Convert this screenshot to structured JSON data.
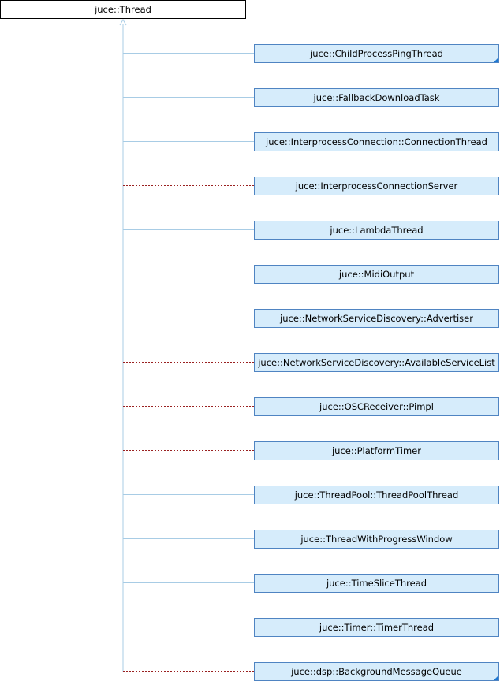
{
  "base_class": {
    "label": "juce::Thread"
  },
  "colors": {
    "base_fill": "#ffffff",
    "base_stroke": "#000000",
    "child_fill": "#d6ecfb",
    "child_stroke": "#4f84c2",
    "public_edge": "#a8cce5",
    "protected_edge": "#9a2121",
    "corner_marker": "#1e78d2"
  },
  "derived_classes": [
    {
      "label": "juce::ChildProcessPingThread",
      "inheritance": "public",
      "has_more": true
    },
    {
      "label": "juce::FallbackDownloadTask",
      "inheritance": "public",
      "has_more": false
    },
    {
      "label": "juce::InterprocessConnection::ConnectionThread",
      "inheritance": "public",
      "has_more": false
    },
    {
      "label": "juce::InterprocessConnectionServer",
      "inheritance": "private",
      "has_more": false
    },
    {
      "label": "juce::LambdaThread",
      "inheritance": "public",
      "has_more": false
    },
    {
      "label": "juce::MidiOutput",
      "inheritance": "private",
      "has_more": false
    },
    {
      "label": "juce::NetworkServiceDiscovery::Advertiser",
      "inheritance": "private",
      "has_more": false
    },
    {
      "label": "juce::NetworkServiceDiscovery::AvailableServiceList",
      "inheritance": "private",
      "has_more": false
    },
    {
      "label": "juce::OSCReceiver::Pimpl",
      "inheritance": "private",
      "has_more": false
    },
    {
      "label": "juce::PlatformTimer",
      "inheritance": "private",
      "has_more": false
    },
    {
      "label": "juce::ThreadPool::ThreadPoolThread",
      "inheritance": "public",
      "has_more": false
    },
    {
      "label": "juce::ThreadWithProgressWindow",
      "inheritance": "public",
      "has_more": false
    },
    {
      "label": "juce::TimeSliceThread",
      "inheritance": "public",
      "has_more": false
    },
    {
      "label": "juce::Timer::TimerThread",
      "inheritance": "private",
      "has_more": false
    },
    {
      "label": "juce::dsp::BackgroundMessageQueue",
      "inheritance": "private",
      "has_more": true
    }
  ]
}
